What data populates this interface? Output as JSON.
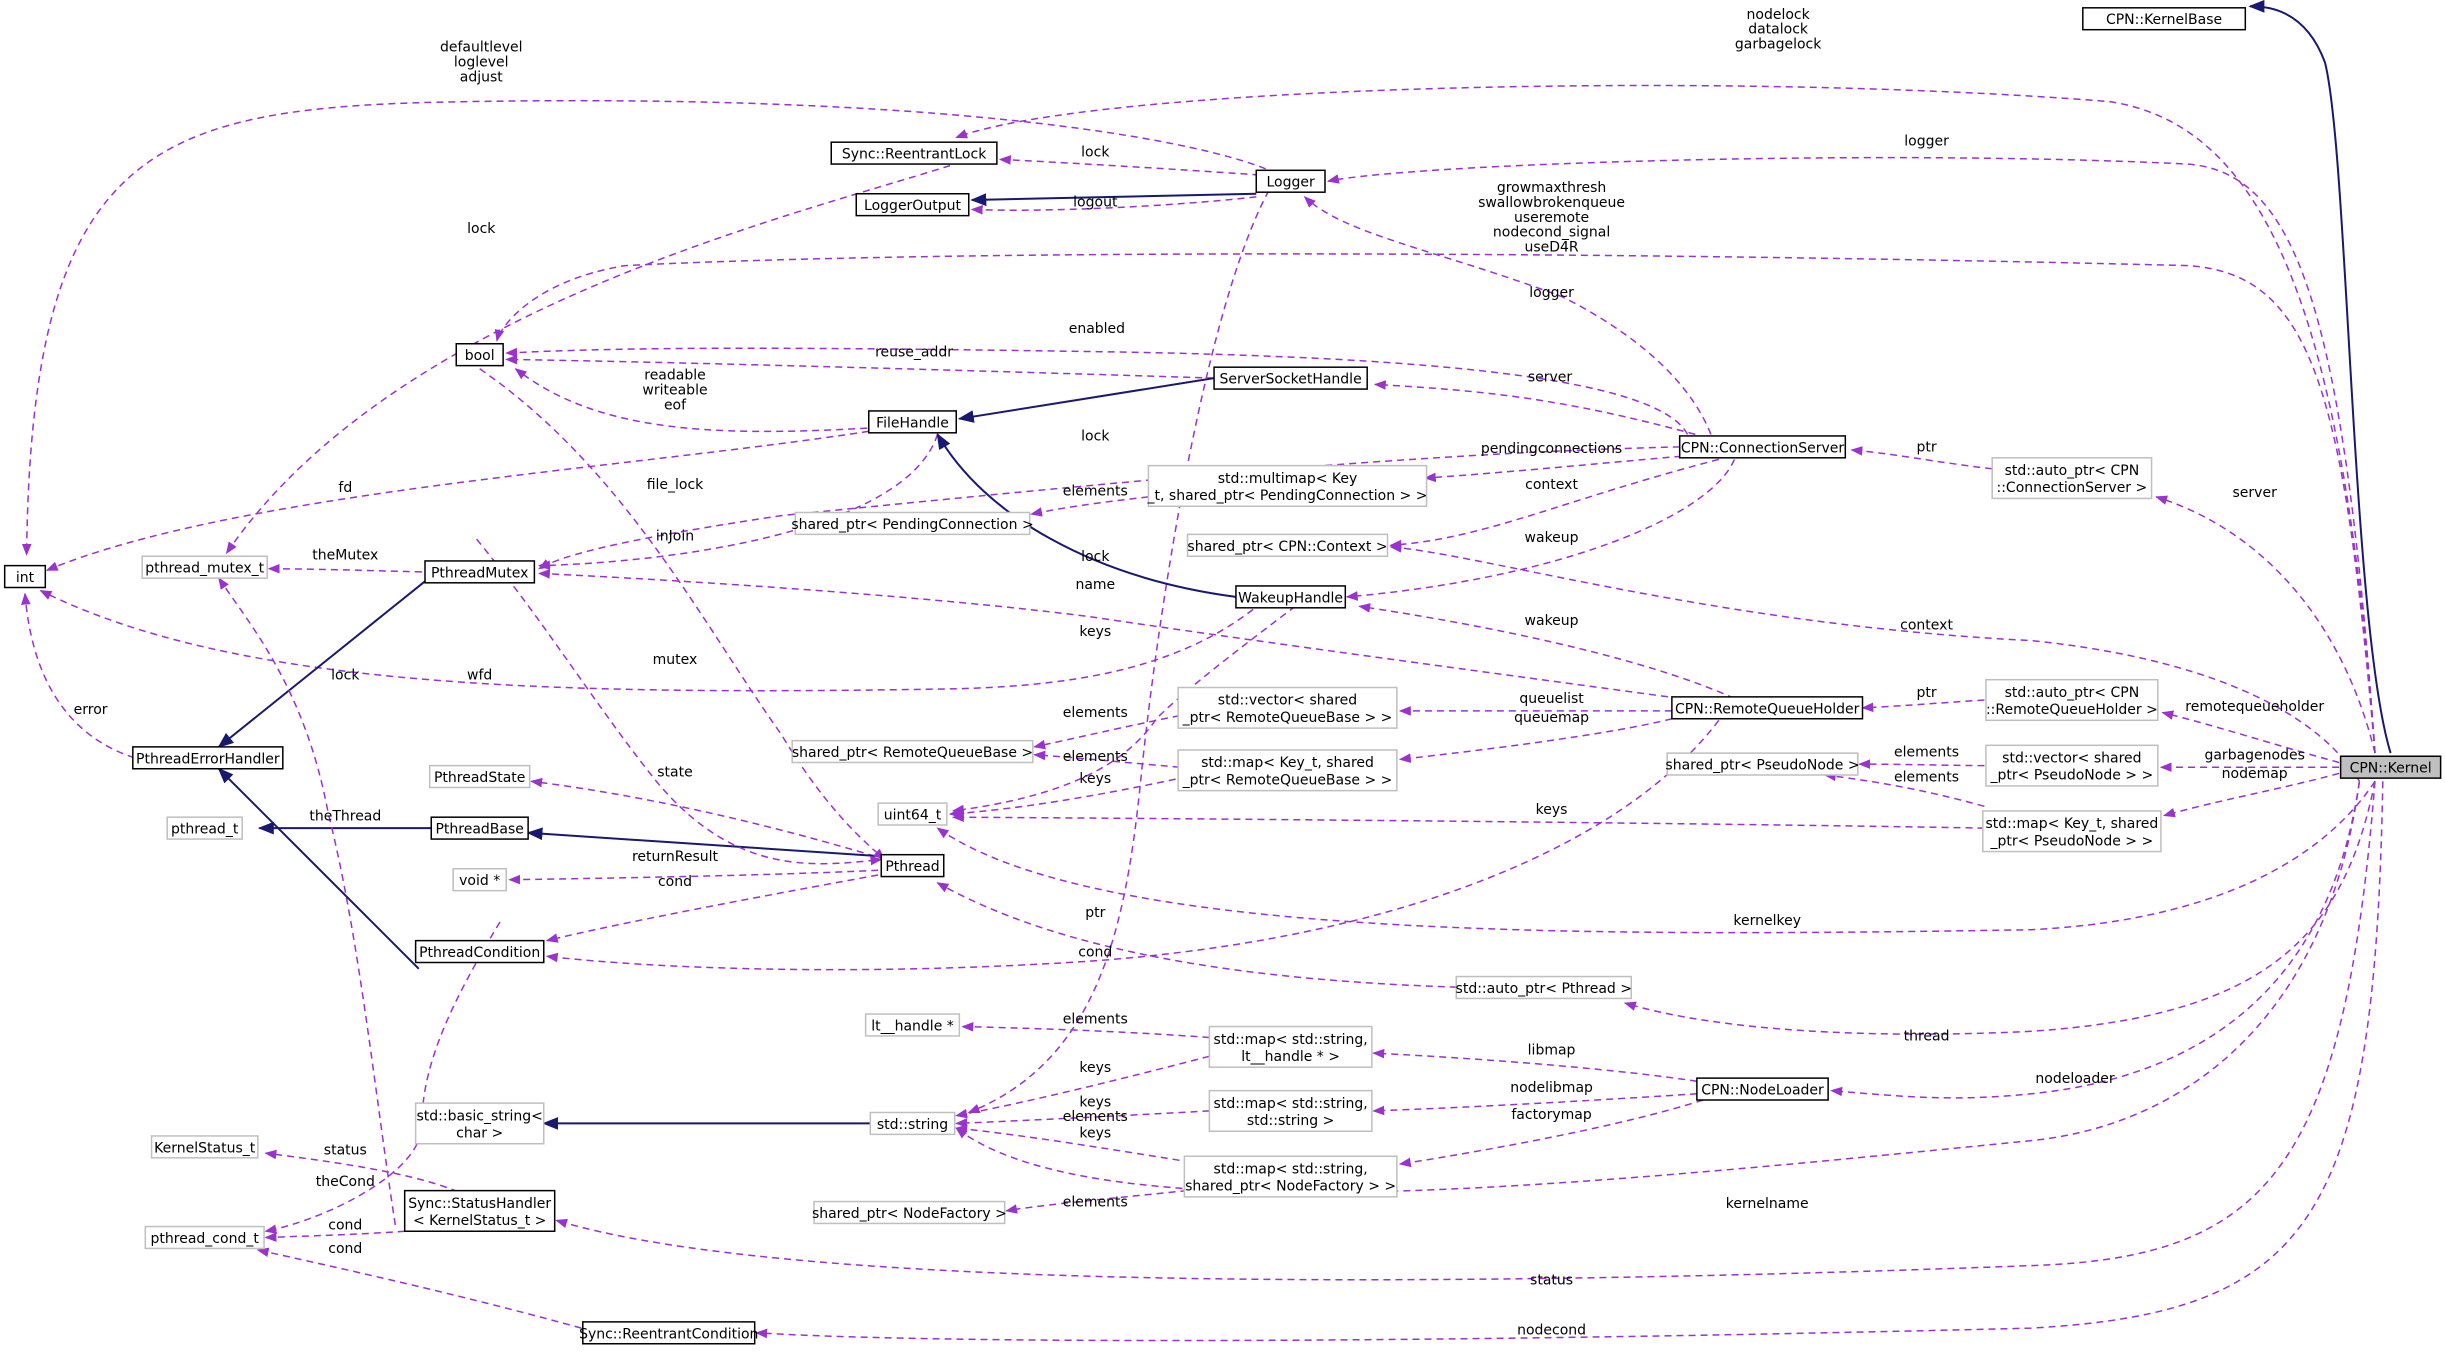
{
  "nodes": {
    "kernelbase": {
      "lines": [
        "CPN::KernelBase"
      ]
    },
    "kernel": {
      "lines": [
        "CPN::Kernel"
      ]
    },
    "reentrantlock": {
      "lines": [
        "Sync::ReentrantLock"
      ]
    },
    "logger": {
      "lines": [
        "Logger"
      ]
    },
    "loggeroutput": {
      "lines": [
        "LoggerOutput"
      ]
    },
    "bool": {
      "lines": [
        "bool"
      ]
    },
    "serversockethandle": {
      "lines": [
        "ServerSocketHandle"
      ]
    },
    "filehandle": {
      "lines": [
        "FileHandle"
      ]
    },
    "connectionserver": {
      "lines": [
        "CPN::ConnectionServer"
      ]
    },
    "autoptr_cs": {
      "lines": [
        "std::auto_ptr< CPN",
        "::ConnectionServer >"
      ]
    },
    "multimap_pc": {
      "lines": [
        "std::multimap< Key",
        "_t, shared_ptr< PendingConnection > >"
      ]
    },
    "sp_pendingconnection": {
      "lines": [
        "shared_ptr< PendingConnection >"
      ]
    },
    "sp_context": {
      "lines": [
        "shared_ptr< CPN::Context >"
      ]
    },
    "int": {
      "lines": [
        "int"
      ]
    },
    "pthread_mutex_t": {
      "lines": [
        "pthread_mutex_t"
      ]
    },
    "pthreadmutex": {
      "lines": [
        "PthreadMutex"
      ]
    },
    "wakeuphandle": {
      "lines": [
        "WakeupHandle"
      ]
    },
    "remotequeueholder": {
      "lines": [
        "CPN::RemoteQueueHolder"
      ]
    },
    "autoptr_rqh": {
      "lines": [
        "std::auto_ptr< CPN",
        "::RemoteQueueHolder >"
      ]
    },
    "vector_rqb": {
      "lines": [
        "std::vector< shared",
        "_ptr< RemoteQueueBase > >"
      ]
    },
    "sp_rqb": {
      "lines": [
        "shared_ptr< RemoteQueueBase >"
      ]
    },
    "map_rqb": {
      "lines": [
        "std::map< Key_t, shared",
        "_ptr< RemoteQueueBase > >"
      ]
    },
    "sp_pseudonode": {
      "lines": [
        "shared_ptr< PseudoNode >"
      ]
    },
    "vector_pn": {
      "lines": [
        "std::vector< shared",
        "_ptr< PseudoNode > >"
      ]
    },
    "map_pn": {
      "lines": [
        "std::map< Key_t, shared",
        "_ptr< PseudoNode > >"
      ]
    },
    "uint64_t": {
      "lines": [
        "uint64_t"
      ]
    },
    "pthreaderrorhandler": {
      "lines": [
        "PthreadErrorHandler"
      ]
    },
    "pthreadstate": {
      "lines": [
        "PthreadState"
      ]
    },
    "pthreadbase": {
      "lines": [
        "PthreadBase"
      ]
    },
    "pthread_t": {
      "lines": [
        "pthread_t"
      ]
    },
    "voidptr": {
      "lines": [
        "void *"
      ]
    },
    "pthread": {
      "lines": [
        "Pthread"
      ]
    },
    "pthreadcondition": {
      "lines": [
        "PthreadCondition"
      ]
    },
    "autoptr_pthread": {
      "lines": [
        "std::auto_ptr< Pthread >"
      ]
    },
    "lt_handle": {
      "lines": [
        "lt__handle *"
      ]
    },
    "map_lt": {
      "lines": [
        "std::map< std::string,",
        "lt__handle * >"
      ]
    },
    "basic_string": {
      "lines": [
        "std::basic_string<",
        "char >"
      ]
    },
    "stdstring": {
      "lines": [
        "std::string"
      ]
    },
    "map_ss": {
      "lines": [
        "std::map< std::string,",
        "std::string >"
      ]
    },
    "nodeloader": {
      "lines": [
        "CPN::NodeLoader"
      ]
    },
    "map_nf": {
      "lines": [
        "std::map< std::string,",
        "shared_ptr< NodeFactory > >"
      ]
    },
    "sp_nodefactory": {
      "lines": [
        "shared_ptr< NodeFactory >"
      ]
    },
    "kernelstatus_t": {
      "lines": [
        "KernelStatus_t"
      ]
    },
    "statushandler": {
      "lines": [
        "Sync::StatusHandler",
        "< KernelStatus_t >"
      ]
    },
    "pthread_cond_t": {
      "lines": [
        "pthread_cond_t"
      ]
    },
    "reentrantcondition": {
      "lines": [
        "Sync::ReentrantCondition"
      ]
    }
  },
  "edge_labels": {
    "nodelock": [
      "nodelock",
      "datalock",
      "garbagelock"
    ],
    "defaultlevel": [
      "defaultlevel",
      "loglevel",
      "adjust"
    ],
    "logger_top": [
      "logger"
    ],
    "lock_rl": [
      "lock"
    ],
    "logout": [
      "logout"
    ],
    "lock_mutex": [
      "lock"
    ],
    "growmax": [
      "growmaxthresh",
      "swallowbrokenqueue",
      "useremote",
      "nodecond_signal",
      "useD4R"
    ],
    "logger_cs": [
      "logger"
    ],
    "enabled": [
      "enabled"
    ],
    "reuse_addr": [
      "reuse_addr"
    ],
    "server_ssh": [
      "server"
    ],
    "rwe": [
      "readable",
      "writeable",
      "eof"
    ],
    "lock_fh": [
      "lock"
    ],
    "pendingconnections": [
      "pendingconnections"
    ],
    "ptr_cs": [
      "ptr"
    ],
    "fd": [
      "fd"
    ],
    "file_lock": [
      "file_lock"
    ],
    "elements_pc": [
      "elements"
    ],
    "context_cs": [
      "context"
    ],
    "server_k": [
      "server"
    ],
    "injoin": [
      "inJoin"
    ],
    "themutex": [
      "theMutex"
    ],
    "wakeup_cs": [
      "wakeup"
    ],
    "name": [
      "name"
    ],
    "lock_rqh": [
      "lock"
    ],
    "keys_name": [
      "keys"
    ],
    "wakeup_rqh": [
      "wakeup"
    ],
    "context_k": [
      "context"
    ],
    "mutex": [
      "mutex"
    ],
    "lock_sh": [
      "lock"
    ],
    "wfd": [
      "wfd"
    ],
    "queuelist": [
      "queuelist"
    ],
    "ptr_rqh": [
      "ptr"
    ],
    "remotequeueholder": [
      "remotequeueholder"
    ],
    "error": [
      "error"
    ],
    "elements_vrqb": [
      "elements"
    ],
    "queuemap": [
      "queuemap"
    ],
    "elements_vpn": [
      "elements"
    ],
    "garbagenodes": [
      "garbagenodes"
    ],
    "elements_mrqb": [
      "elements"
    ],
    "elements_mpn": [
      "elements"
    ],
    "nodemap": [
      "nodemap"
    ],
    "state": [
      "state"
    ],
    "keys_rqb": [
      "keys"
    ],
    "thethread": [
      "theThread"
    ],
    "keys_rqh": [
      "keys"
    ],
    "returnresult": [
      "returnResult"
    ],
    "cond_pc": [
      "cond"
    ],
    "kernelkey": [
      "kernelkey"
    ],
    "ptr_pthread": [
      "ptr"
    ],
    "cond_rqh": [
      "cond"
    ],
    "thread": [
      "thread"
    ],
    "elements_lt": [
      "elements"
    ],
    "libmap": [
      "libmap"
    ],
    "keys_lt": [
      "keys"
    ],
    "nodeloader": [
      "nodeloader"
    ],
    "nodelibmap": [
      "nodelibmap"
    ],
    "keys_elements_ss": [
      "keys",
      "elements"
    ],
    "factorymap": [
      "factorymap"
    ],
    "keys_nf": [
      "keys"
    ],
    "status": [
      "status"
    ],
    "thecond": [
      "theCond"
    ],
    "elements_nf": [
      "elements"
    ],
    "kernelname": [
      "kernelname"
    ],
    "cond_sh": [
      "cond"
    ],
    "status_k": [
      "status"
    ],
    "cond_rc": [
      "cond"
    ],
    "nodecond": [
      "nodecond"
    ]
  },
  "colors": {
    "member_edge": "#9a32cd",
    "inheritance_edge": "#191970",
    "defined_border": "#000000",
    "external_border": "#bfbfbf",
    "root_fill": "#bfbfbf"
  }
}
